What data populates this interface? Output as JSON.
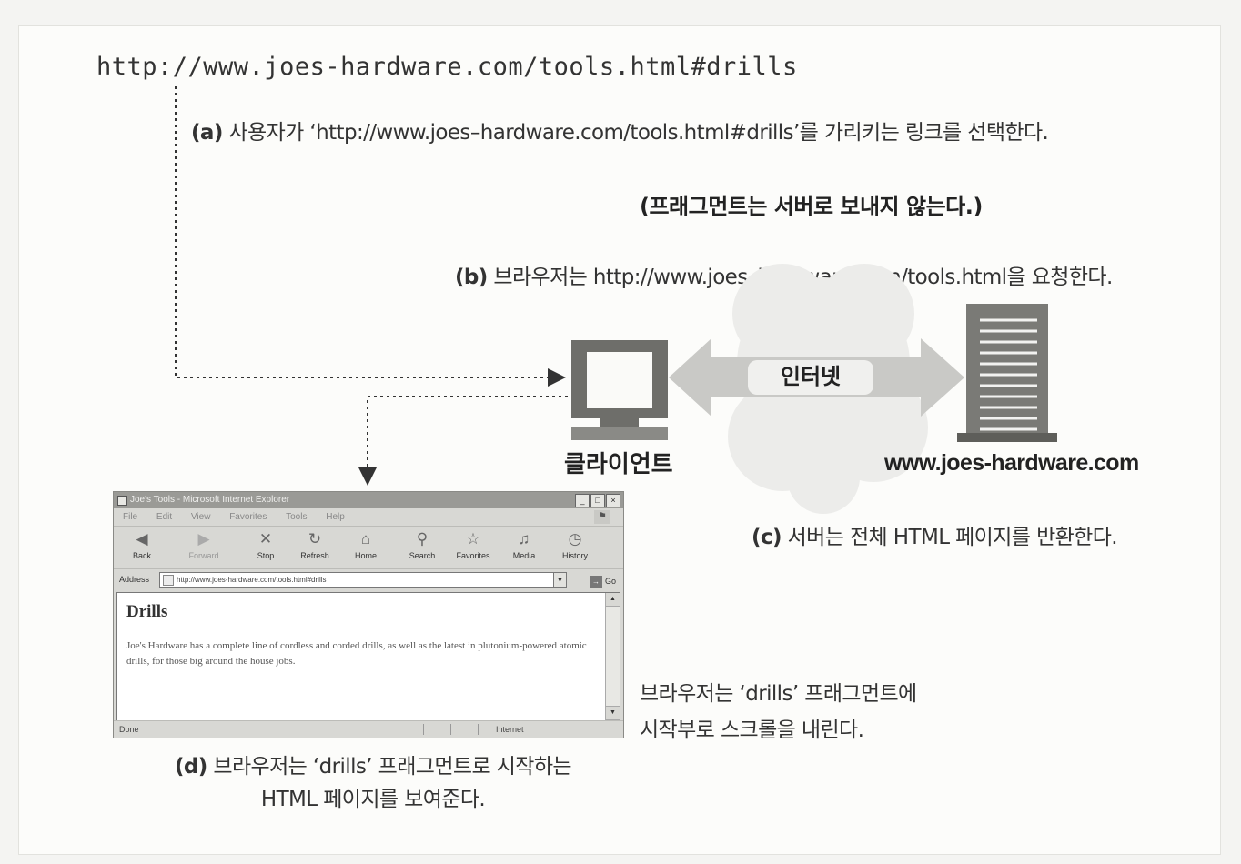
{
  "url_top": "http://www.joes-hardware.com/tools.html#drills",
  "step_a": {
    "label": "(a)",
    "text": "사용자가 ‘http://www.joes–hardware.com/tools.html#drills’를 가리키는 링크를 선택한다."
  },
  "note": "(프래그먼트는 서버로 보내지 않는다.)",
  "step_b": {
    "label": "(b)",
    "text": "브라우저는 http://www.joes–hardware.com/tools.html을 요청한다."
  },
  "internet_label": "인터넷",
  "client_label": "클라이언트",
  "server_label": "www.joes-hardware.com",
  "step_c": {
    "label": "(c)",
    "text": "서버는 전체 HTML 페이지를 반환한다."
  },
  "scroll_note": {
    "line1": "브라우저는 ‘drills’ 프래그먼트에",
    "line2": "시작부로 스크롤을 내린다."
  },
  "step_d": {
    "label": "(d)",
    "line1": "브라우저는 ‘drills’ 프래그먼트로 시작하는",
    "line2": "HTML 페이지를 보여준다."
  },
  "browser": {
    "title": "Joe's Tools - Microsoft Internet Explorer",
    "window_buttons": [
      "_",
      "□",
      "×"
    ],
    "menu": [
      "File",
      "Edit",
      "View",
      "Favorites",
      "Tools",
      "Help"
    ],
    "toolbar": [
      {
        "label": "Back",
        "icon": "back-icon",
        "glyph": "◀"
      },
      {
        "label": "Forward",
        "icon": "forward-icon",
        "glyph": "▶"
      },
      {
        "label": "Stop",
        "icon": "stop-icon",
        "glyph": "✕"
      },
      {
        "label": "Refresh",
        "icon": "refresh-icon",
        "glyph": "↻"
      },
      {
        "label": "Home",
        "icon": "home-icon",
        "glyph": "⌂"
      },
      {
        "label": "Search",
        "icon": "search-icon",
        "glyph": "⚲"
      },
      {
        "label": "Favorites",
        "icon": "favorites-icon",
        "glyph": "☆"
      },
      {
        "label": "Media",
        "icon": "media-icon",
        "glyph": "♫"
      },
      {
        "label": "History",
        "icon": "history-icon",
        "glyph": "◷"
      }
    ],
    "address_label": "Address",
    "address_value": "http://www.joes-hardware.com/tools.html#drills",
    "go_label": "Go",
    "page_heading": "Drills",
    "page_text": "Joe's Hardware has a complete line of cordless and corded drills, as well as the latest in plutonium-powered atomic drills, for those big around the house jobs.",
    "status_left": "Done",
    "status_zone": "Internet"
  }
}
